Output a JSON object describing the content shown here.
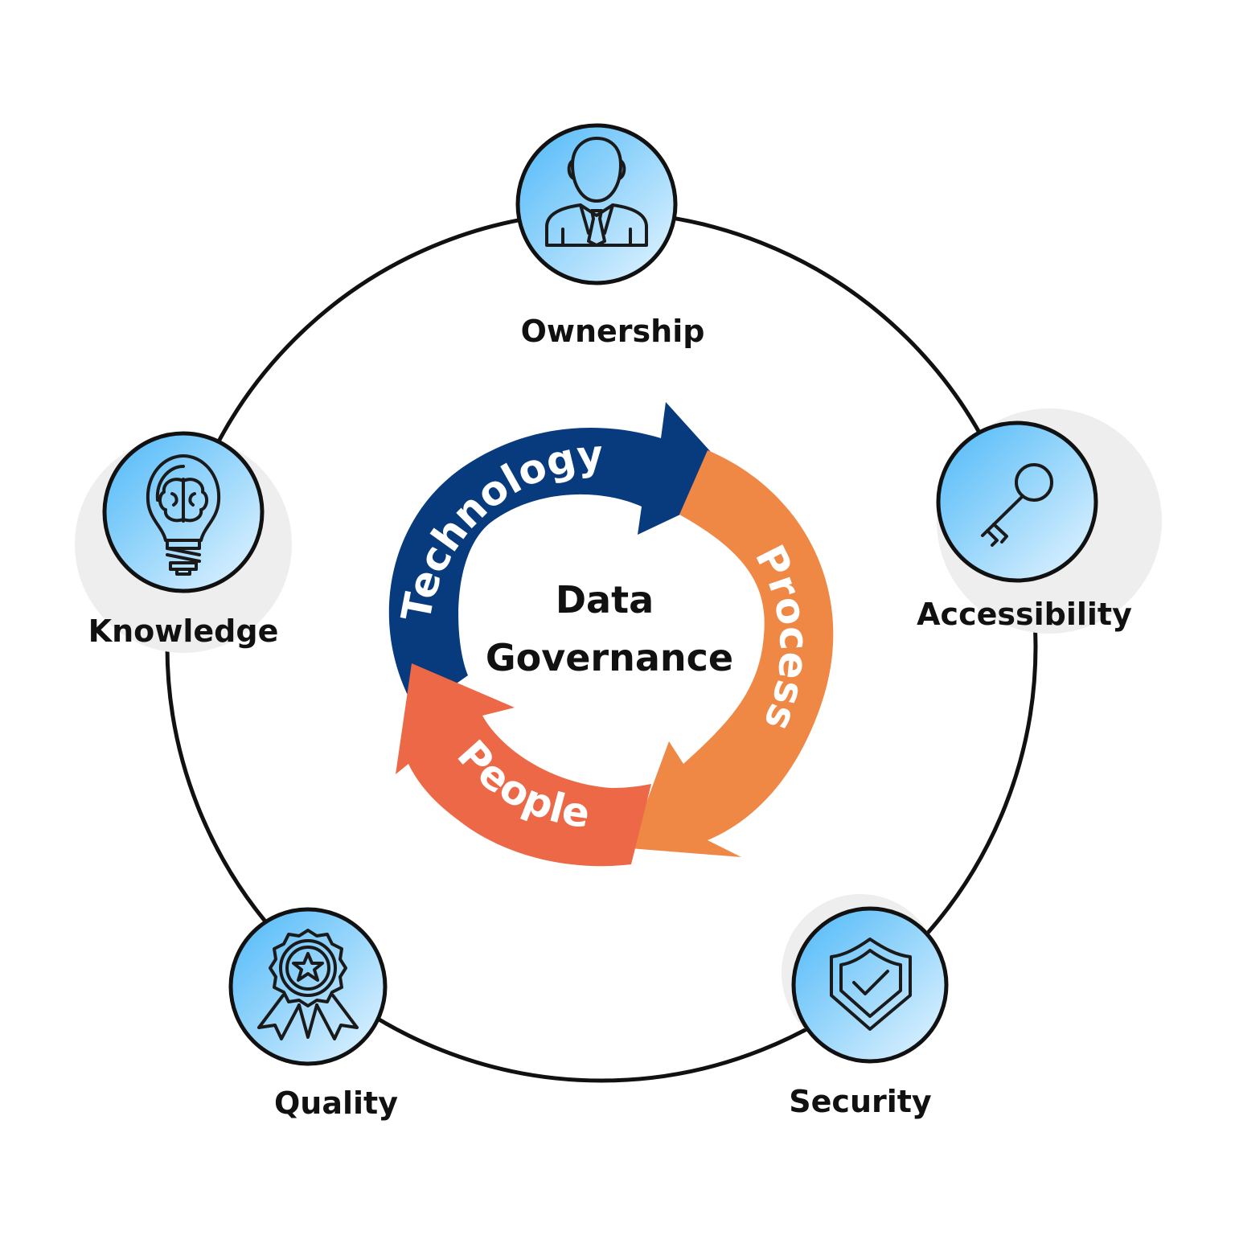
{
  "center": {
    "line1": "Data",
    "line2": "Governance"
  },
  "cycle": [
    {
      "label": "Technology",
      "color": "#083a7e"
    },
    {
      "label": "Process",
      "color": "#ef8845"
    },
    {
      "label": "People",
      "color": "#ec6846"
    }
  ],
  "pillars": [
    {
      "label": "Ownership",
      "icon": "businessman-icon"
    },
    {
      "label": "Accessibility",
      "icon": "key-icon"
    },
    {
      "label": "Security",
      "icon": "shield-check-icon"
    },
    {
      "label": "Quality",
      "icon": "award-badge-icon"
    },
    {
      "label": "Knowledge",
      "icon": "lightbulb-brain-icon"
    }
  ],
  "colors": {
    "ring": "#111111",
    "node_fill_light": "#e2f3ff",
    "node_fill_dark": "#4db8f8",
    "node_border": "#111111"
  }
}
